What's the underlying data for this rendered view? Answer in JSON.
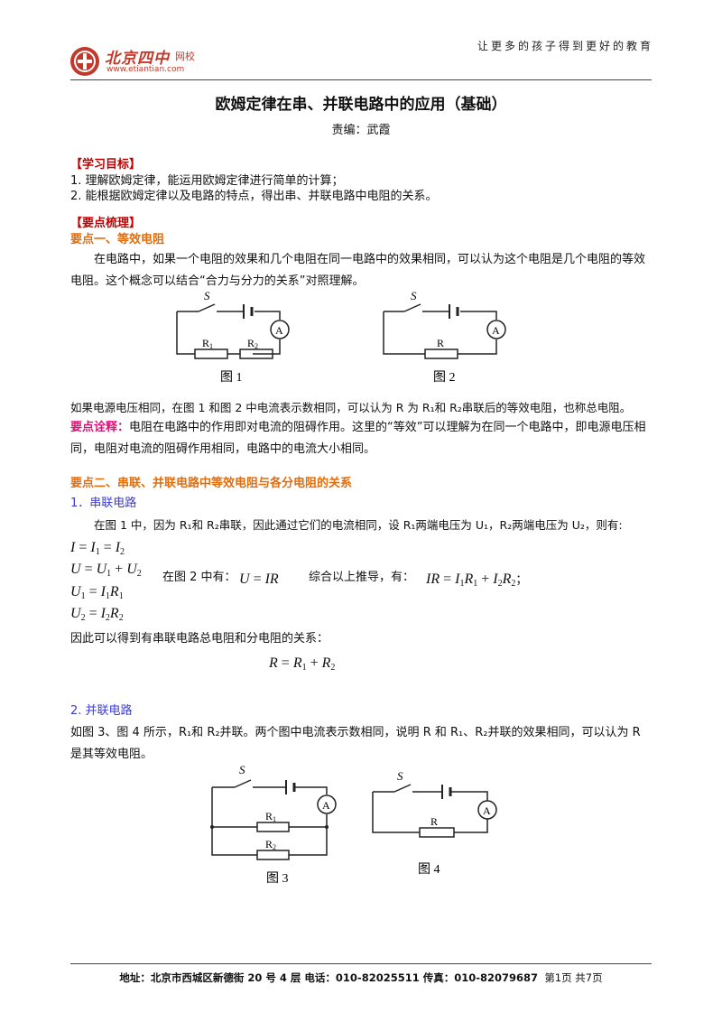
{
  "header": {
    "logo_cn": "北京四中",
    "logo_suffix": "网校",
    "logo_url": "www.etiantian.com",
    "slogan": "让更多的孩子得到更好的教育"
  },
  "title": "欧姆定律在串、并联电路中的应用（基础）",
  "editor": "责编：武霞",
  "goals": {
    "heading": "【学习目标】",
    "items": [
      "1. 理解欧姆定律，能运用欧姆定律进行简单的计算；",
      "2. 能根据欧姆定律以及电路的特点，得出串、并联电路中电阻的关系。"
    ]
  },
  "points_heading": "【要点梳理】",
  "point1": {
    "heading": "要点一、等效电阻",
    "para1": "在电路中，如果一个电阻的效果和几个电阻在同一电路中的效果相同，可以认为这个电阻是几个电阻的等效电阻。这个概念可以结合“合力与分力的关系”对照理解。",
    "fig1_caption": "图 1",
    "fig2_caption": "图 2",
    "para2": "如果电源电压相同，在图 1 和图 2 中电流表示数相同，可以认为 R 为 R₁和 R₂串联后的等效电阻，也称总电阻。",
    "note_label": "要点诠释：",
    "note_text": "电阻在电路中的作用即对电流的阻碍作用。这里的“等效”可以理解为在同一个电路中，即电源电压相同，电阻对电流的阻碍作用相同，电路中的电流大小相同。"
  },
  "point2": {
    "heading": "要点二、串联、并联电路中等效电阻与各分电阻的关系",
    "sub1": "1．串联电路",
    "series_para": "在图 1 中，因为 R₁和 R₂串联，因此通过它们的电流相同，设 R₁两端电压为 U₁，R₂两端电压为 U₂，则有:",
    "in_fig2": "在图 2 中有：",
    "combined": "综合以上推导，有：",
    "semicolon": "；",
    "conclusion": "因此可以得到有串联电路总电阻和分电阻的关系：",
    "sub2": "2. 并联电路",
    "parallel_para": "如图 3、图 4 所示，R₁和 R₂并联。两个图中电流表示数相同，说明 R 和 R₁、R₂并联的效果相同，可以认为 R 是其等效电阻。",
    "fig3_caption": "图 3",
    "fig4_caption": "图 4"
  },
  "labels": {
    "S": "S",
    "A": "A",
    "R": "R",
    "R1": "R",
    "R2": "R",
    "one": "1",
    "two": "2",
    "I": "I",
    "U": "U",
    "eq": "=",
    "plus": "+"
  },
  "footer": {
    "address": "地址：北京市西城区新德街 20 号 4 层  电话：010-82025511  传真：010-82079687",
    "page": "第1页  共7页"
  }
}
